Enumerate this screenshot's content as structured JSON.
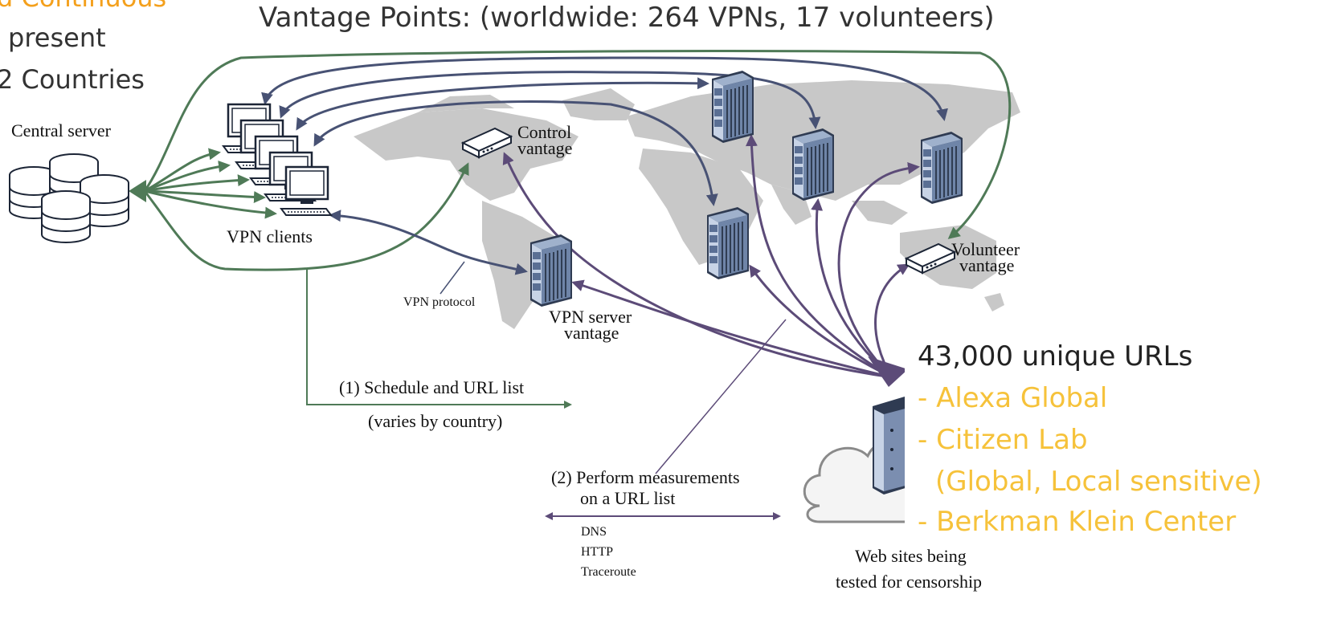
{
  "header": {
    "title": "Vantage Points: (worldwide: 264 VPNs, 17 volunteers)",
    "left_line1": "d Continuous",
    "left_line2": "present",
    "left_line3": "2 Countries"
  },
  "nodes": {
    "central_server": "Central server",
    "vpn_clients": "VPN clients",
    "control_vantage_1": "Control",
    "control_vantage_2": "vantage",
    "volunteer_vantage_1": "Volunteer",
    "volunteer_vantage_2": "vantage",
    "vpn_server_vantage_1": "VPN server",
    "vpn_server_vantage_2": "vantage",
    "vpn_protocol": "VPN protocol",
    "web_sites_1": "Web sites being",
    "web_sites_2": "tested for censorship"
  },
  "steps": {
    "step1_line1": "(1) Schedule and URL list",
    "step1_line2": "(varies by country)",
    "step2_line1": "(2) Perform measurements",
    "step2_line2": "on a URL list",
    "protocols": [
      "DNS",
      "HTTP",
      "Traceroute"
    ]
  },
  "url_sources": {
    "heading": "43,000 unique URLs",
    "items": [
      "- Alexa Global",
      "- Citizen Lab",
      "(Global, Local sensitive)",
      "- Berkman Klein Center"
    ]
  },
  "colors": {
    "green": "#4f7a57",
    "navy": "#485274",
    "purple": "#5c4b78",
    "map": "#c8c8c8",
    "orange": "#f4a01c",
    "yellow": "#f6c23a"
  }
}
